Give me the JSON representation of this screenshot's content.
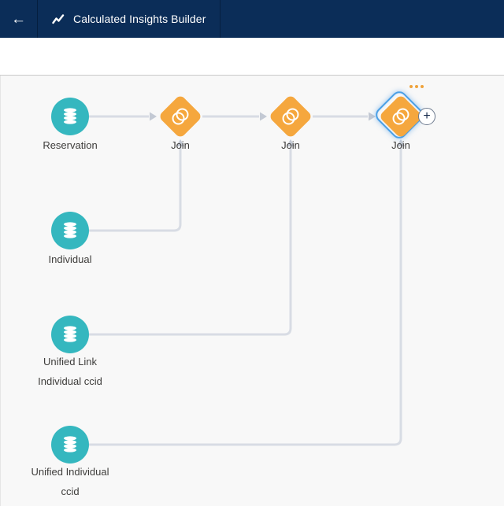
{
  "header": {
    "title": "Calculated Insights Builder"
  },
  "canvas": {
    "nodes": {
      "reservation": {
        "label": "Reservation"
      },
      "individual": {
        "label": "Individual"
      },
      "unified_link": {
        "label1": "Unified Link",
        "label2": "Individual ccid"
      },
      "unified_individual": {
        "label1": "Unified Individual",
        "label2": "ccid"
      },
      "join1": {
        "label": "Join"
      },
      "join2": {
        "label": "Join"
      },
      "join3": {
        "label": "Join",
        "selected": true
      }
    },
    "add_button_label": "+"
  },
  "colors": {
    "navbar": "#0b2d58",
    "dataset_teal": "#35b7bf",
    "join_orange": "#f5a73e",
    "selection_blue": "#4a9fe6",
    "connector": "#d8dce4",
    "arrowhead": "#c3c9d4",
    "canvas_bg": "#f8f8f8",
    "overflow_dots": "#efa33c"
  }
}
